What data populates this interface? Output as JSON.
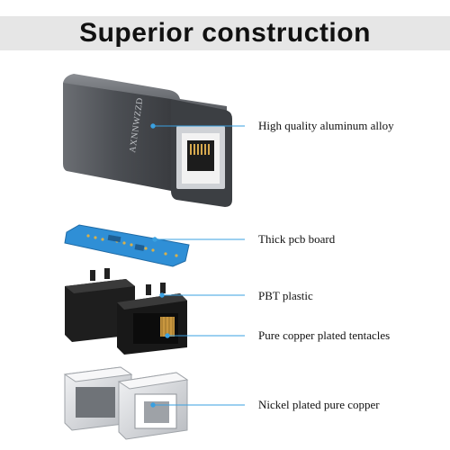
{
  "header": {
    "title": "Superior construction"
  },
  "product": {
    "brand_text": "AXNNWZZD"
  },
  "callouts": [
    {
      "label": "High quality aluminum alloy"
    },
    {
      "label": "Thick pcb board"
    },
    {
      "label": "PBT plastic"
    },
    {
      "label": "Pure copper plated tentacles"
    },
    {
      "label": "Nickel plated pure copper"
    }
  ],
  "colors": {
    "banner_bg": "#e6e6e6",
    "aluminum": "#4a4d52",
    "pcb": "#2f8fd6",
    "plastic": "#1b1b1b",
    "copper": "#c9973f",
    "nickel": "#d9dbde"
  }
}
